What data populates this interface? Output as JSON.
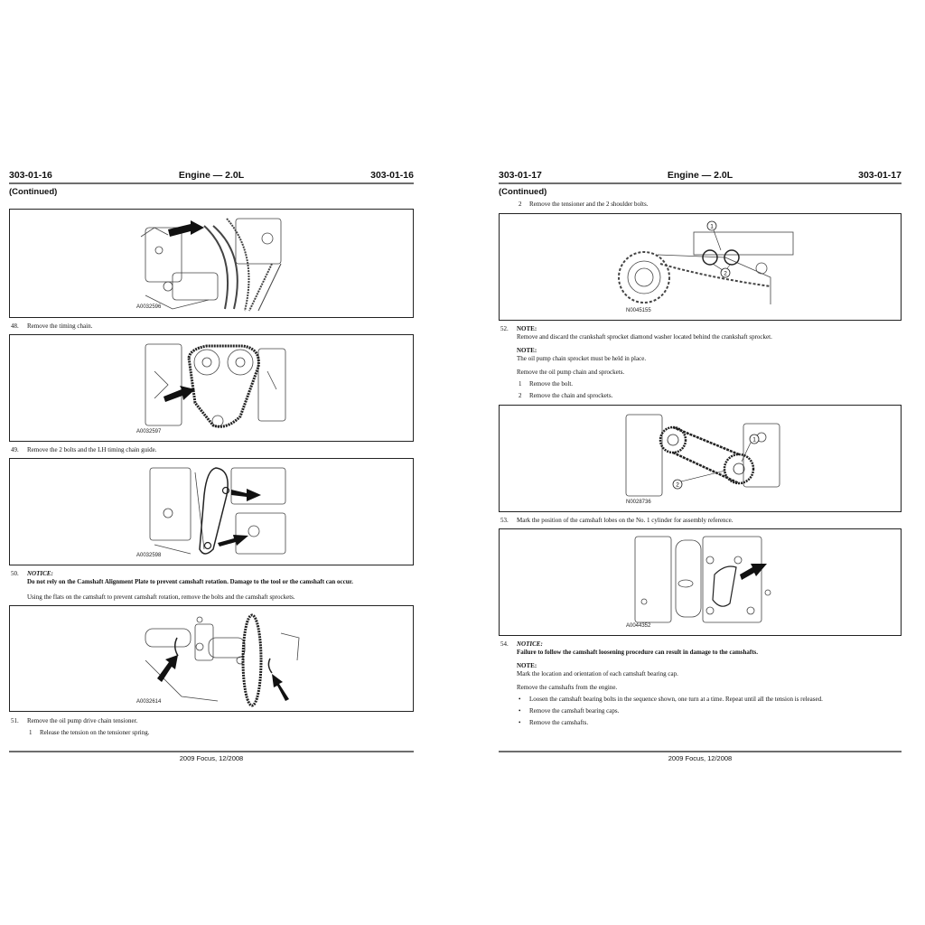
{
  "left_page": {
    "header": {
      "page_left": "303-01-16",
      "title": "Engine — 2.0L",
      "page_right": "303-01-16"
    },
    "continued": "(Continued)",
    "figures": [
      {
        "id": "A0032596"
      },
      {
        "id": "A0032597"
      },
      {
        "id": "A0032598"
      },
      {
        "id": "A0032614"
      }
    ],
    "steps": [
      {
        "num": "48.",
        "text": "Remove the timing chain."
      },
      {
        "num": "49.",
        "text": "Remove the 2 bolts and the LH timing chain guide."
      },
      {
        "num": "50.",
        "notice_label": "NOTICE:",
        "notice_text": "Do not rely on the Camshaft Alignment Plate to prevent camshaft rotation. Damage to the tool or the camshaft can occur.",
        "text": "Using the flats on the camshaft to prevent camshaft rotation, remove the bolts and the camshaft sprockets."
      },
      {
        "num": "51.",
        "text": "Remove the oil pump drive chain tensioner.",
        "substeps": [
          {
            "num": "1",
            "text": "Release the tension on the tensioner spring."
          }
        ]
      }
    ],
    "footer": "2009 Focus, 12/2008"
  },
  "right_page": {
    "header": {
      "page_left": "303-01-17",
      "title": "Engine — 2.0L",
      "page_right": "303-01-17"
    },
    "continued": "(Continued)",
    "intro_substep": {
      "num": "2",
      "text": "Remove the tensioner and the 2 shoulder bolts."
    },
    "figures": [
      {
        "id": "N0045155",
        "callouts": [
          "1",
          "2"
        ]
      },
      {
        "id": "N0028736",
        "callouts": [
          "1",
          "2"
        ]
      },
      {
        "id": "A0044352"
      }
    ],
    "steps": [
      {
        "num": "52.",
        "note1_label": "NOTE:",
        "note1_text": "Remove and discard the crankshaft sprocket diamond washer located behind the crankshaft sprocket.",
        "note2_label": "NOTE:",
        "note2_text": "The oil pump chain sprocket must be held in place.",
        "text": "Remove the oil pump chain and sprockets.",
        "substeps": [
          {
            "num": "1",
            "text": "Remove the bolt."
          },
          {
            "num": "2",
            "text": "Remove the chain and sprockets."
          }
        ]
      },
      {
        "num": "53.",
        "text": "Mark the position of the camshaft lobes on the No. 1 cylinder for assembly reference."
      },
      {
        "num": "54.",
        "notice_label": "NOTICE:",
        "notice_text": "Failure to follow the camshaft loosening procedure can result in damage to the camshafts.",
        "note_label": "NOTE:",
        "note_text": "Mark the location and orientation of each camshaft bearing cap.",
        "text": "Remove the camshafts from the engine.",
        "bullets": [
          "Loosen the camshaft bearing bolts in the sequence shown, one turn at a time. Repeat until all the tension is released.",
          "Remove the camshaft bearing caps.",
          "Remove the camshafts."
        ]
      }
    ],
    "footer": "2009 Focus, 12/2008"
  },
  "colors": {
    "rule": "#6e6e6e",
    "text": "#111111",
    "figure_border": "#222222"
  },
  "bullet_glyph": "•"
}
